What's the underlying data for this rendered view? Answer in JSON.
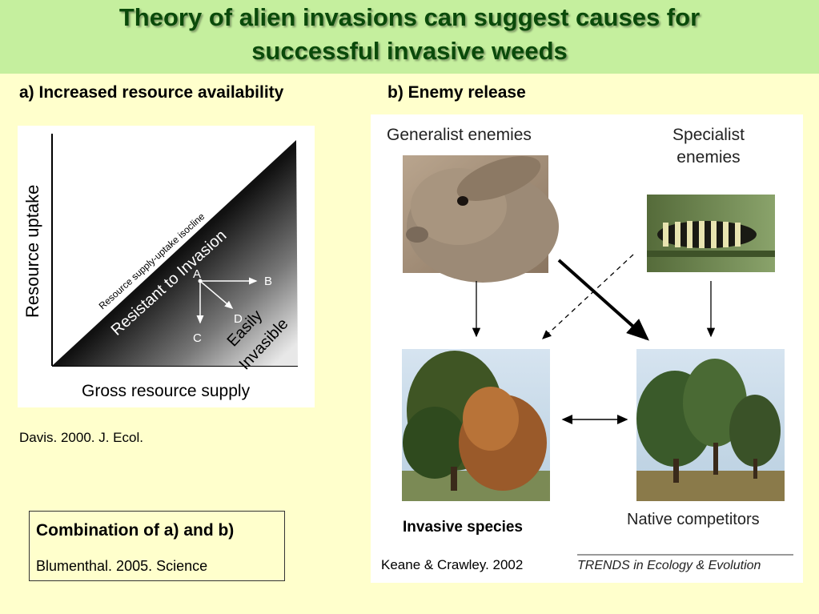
{
  "title": {
    "line1": "Theory of alien invasions can suggest causes for",
    "line2": "successful invasive weeds"
  },
  "panel_a": {
    "label": "a) Increased resource availability",
    "y_axis": "Resource uptake",
    "x_axis": "Gross resource supply",
    "isocline": "Resource supply-uptake isocline",
    "resistant": "Resistant to Invasion",
    "easily": "Easily",
    "invasible": "Invasible",
    "point_a": "A",
    "point_b": "B",
    "point_c": "C",
    "point_d": "D",
    "citation": "Davis. 2000. J. Ecol."
  },
  "panel_b": {
    "label": "b) Enemy release",
    "generalist": "Generalist enemies",
    "specialist_line1": "Specialist",
    "specialist_line2": "enemies",
    "invasive": "Invasive species",
    "native": "Native competitors",
    "journal": "TRENDS in Ecology & Evolution",
    "citation": "Keane & Crawley. 2002"
  },
  "combination": {
    "title": "Combination of a) and b)",
    "citation": "Blumenthal. 2005. Science"
  }
}
